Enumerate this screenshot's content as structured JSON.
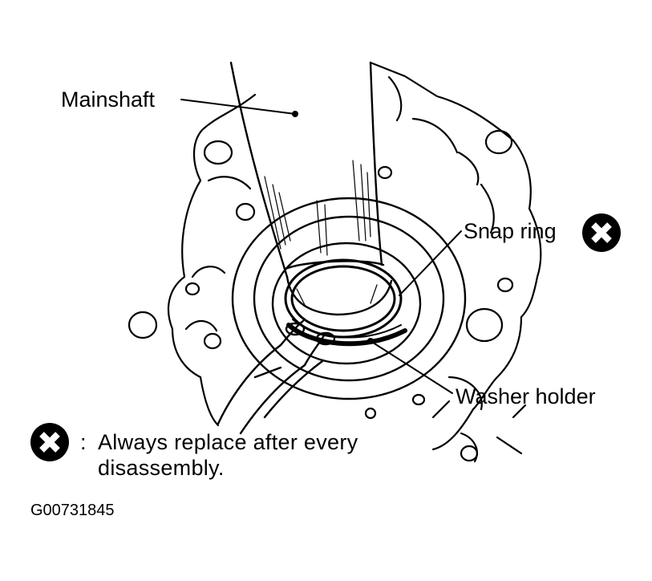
{
  "labels": {
    "mainshaft": "Mainshaft",
    "snap_ring": "Snap ring",
    "washer_holder": "Washer holder"
  },
  "note": {
    "colon": ":",
    "line1": "Always replace after every",
    "line2": "disassembly."
  },
  "figure_code": "G00731845",
  "icons": {
    "replace_symbol": "x-circle-icon"
  },
  "colors": {
    "ink": "#000000",
    "paper": "#ffffff"
  }
}
